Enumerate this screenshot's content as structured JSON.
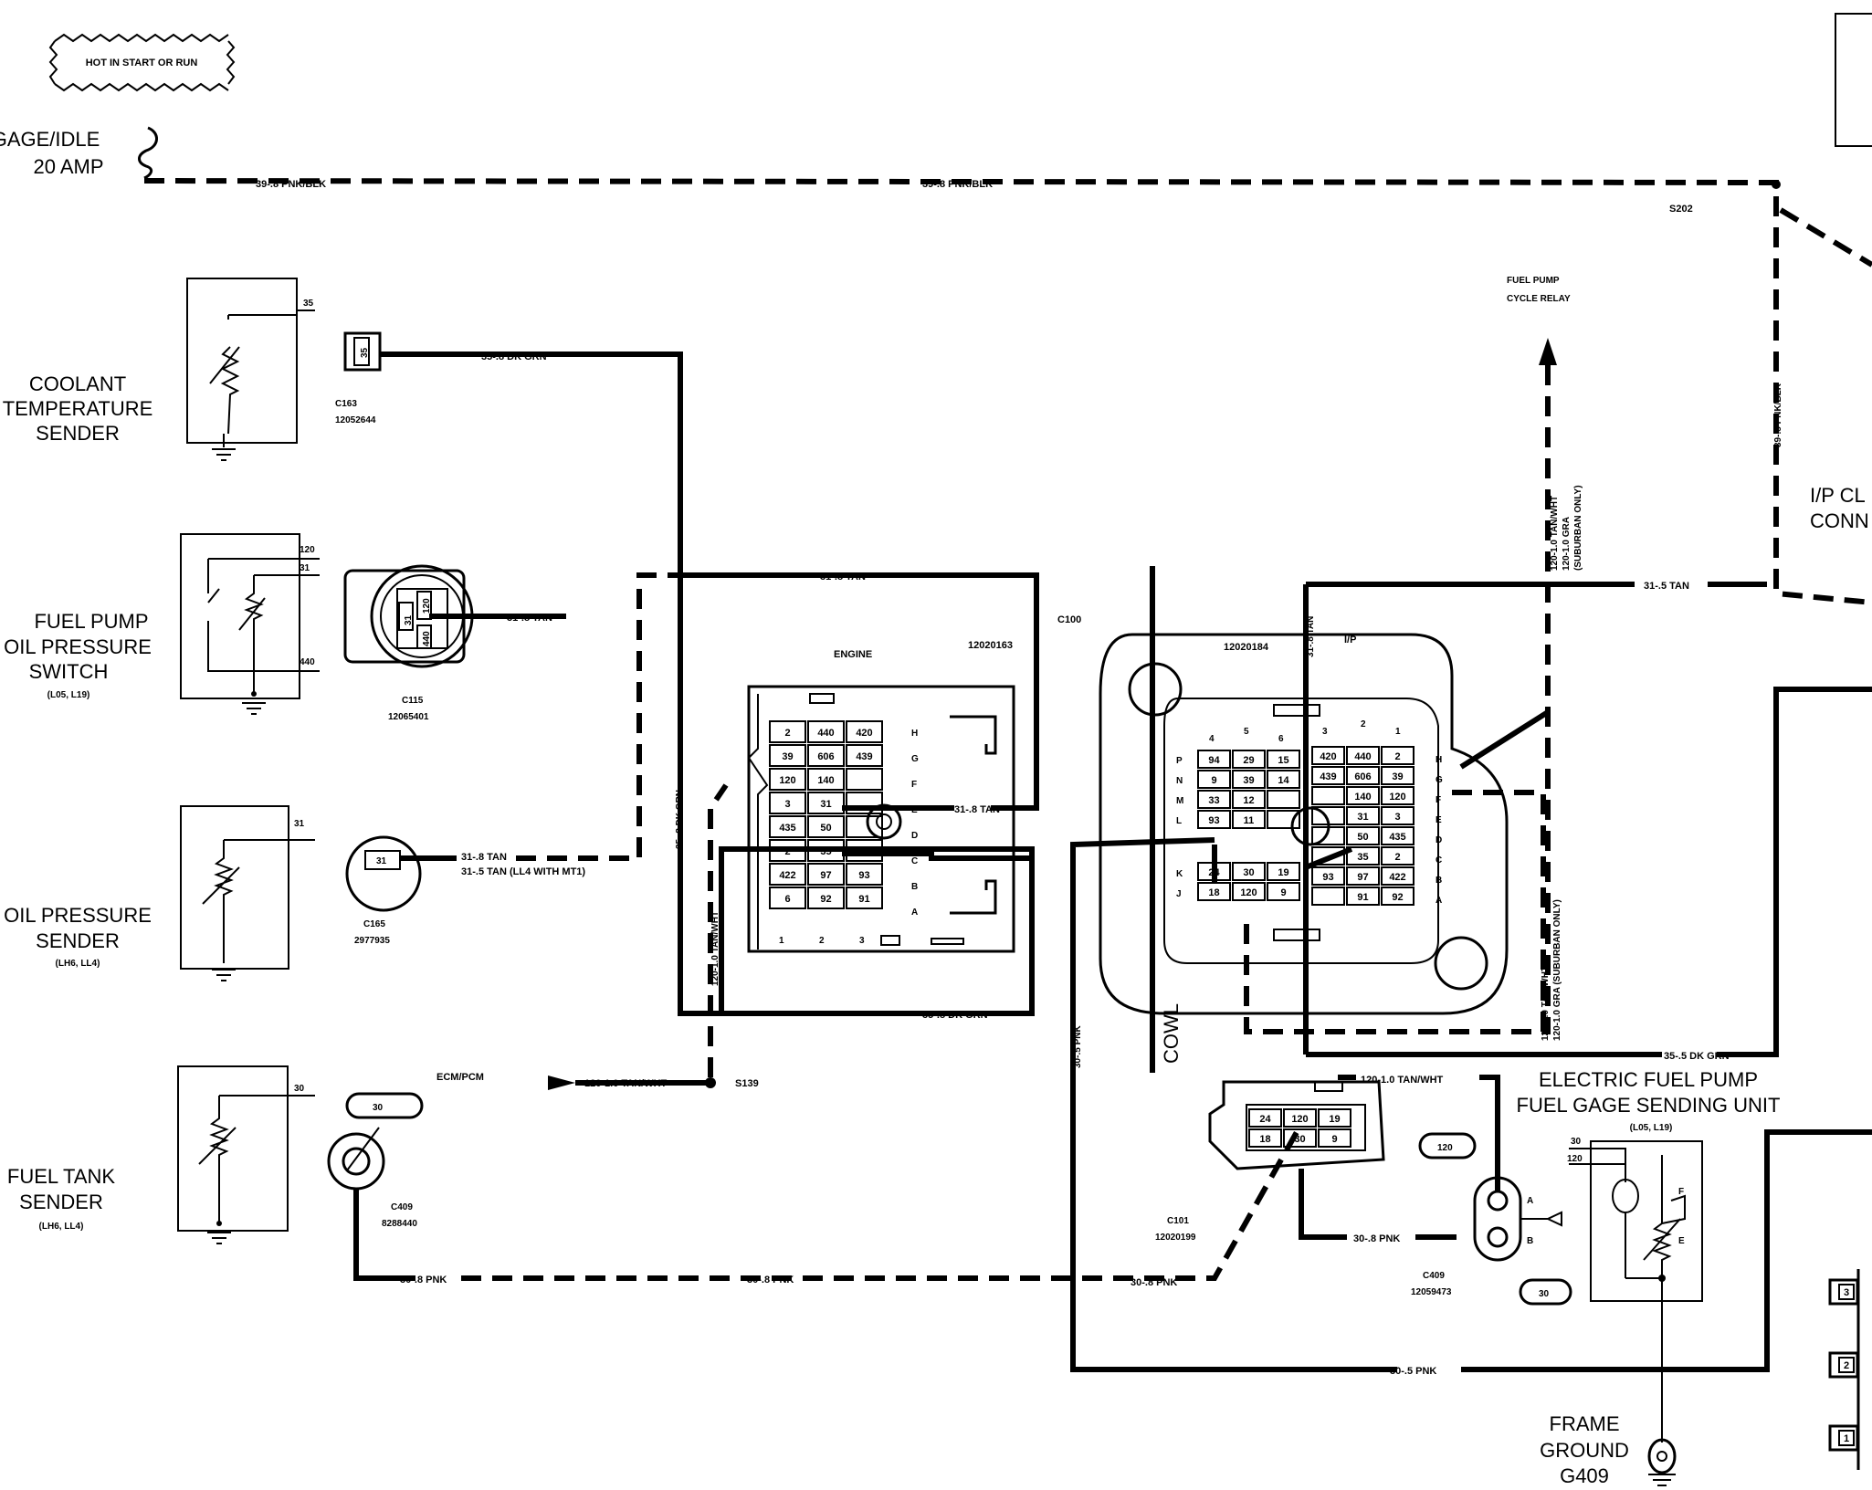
{
  "hot_label": "HOT IN START OR RUN",
  "fuse": {
    "line1": "GAGE/IDLE",
    "line2": "20 AMP"
  },
  "wire_labels": {
    "pnk_blk_1": "39-.8 PNK/BLK",
    "pnk_blk_2": "39-.8 PNK/BLK",
    "pnk_blk_vert": "39-.5 PNK/BLK",
    "s202": "S202",
    "dk_grn_35": "35-.8 DK GRN",
    "dk_grn_vert": "35-.8 DK GRN",
    "dk_grn_bottom": "35-.8 DK GRN",
    "dk_grn_35_5": "35-.5 DK GRN",
    "tan_top": "31-.8 TAN",
    "tan_switch": "31-.8 TAN",
    "tan_engine": "31-.8 TAN",
    "tan_sender_1": "31-.8 TAN",
    "tan_sender_2": "31-.5 TAN (LL4 WITH MT1)",
    "tan_vert": "31-.8 TAN",
    "tan_right": "31-.5 TAN",
    "tan_wht_vert": "120-1.0 TAN/WHT",
    "tan_wht_s139": "120-1.0 TAN/WHT",
    "s139": "S139",
    "tan_wht_c101": "120-1.0 TAN/WHT",
    "relay_wire_1": "120-1.0 TAN/WHT",
    "relay_wire_2": "120-1.0 GRA",
    "relay_wire_3": "(SUBURBAN ONLY)",
    "right_wire_1": "120-1.0 TAN/WHT",
    "right_wire_2": "120-1.0 GRA (SUBURBAN ONLY)",
    "pnk_30_1": "30-.8 PNK",
    "pnk_30_2": "30-.8 PNK",
    "pnk_30_3": "30-.8 PNK",
    "pnk_30_4": "30-.8 PNK",
    "pnk_vert": "30-.5 PNK",
    "pnk_bottom": "30-.5 PNK",
    "ecm": "ECM/PCM"
  },
  "components": {
    "coolant": [
      "COOLANT",
      "TEMPERATURE",
      "SENDER"
    ],
    "fuel_pump_switch": [
      "FUEL PUMP",
      "OIL PRESSURE",
      "SWITCH"
    ],
    "fuel_pump_switch_sub": "(L05, L19)",
    "oil_sender": [
      "OIL PRESSURE",
      "SENDER"
    ],
    "oil_sender_sub": "(LH6, LL4)",
    "fuel_tank": [
      "FUEL TANK",
      "SENDER"
    ],
    "fuel_tank_sub": "(LH6, LL4)",
    "electric_pump": [
      "ELECTRIC FUEL PUMP",
      "FUEL GAGE SENDING UNIT"
    ],
    "electric_pump_sub": "(L05, L19)",
    "frame_ground": [
      "FRAME",
      "GROUND",
      "G409"
    ],
    "relay": [
      "FUEL PUMP",
      "CYCLE RELAY"
    ],
    "ip_cluster": [
      "I/P CL",
      "CONN"
    ],
    "cowl": "COWL"
  },
  "connectors": {
    "c163": {
      "name": "C163",
      "part": "12052644",
      "pin": "35"
    },
    "c115": {
      "name": "C115",
      "part": "12065401",
      "pins": [
        "31",
        "120",
        "440"
      ]
    },
    "c165": {
      "name": "C165",
      "part": "2977935",
      "pin": "31"
    },
    "c409a": {
      "name": "C409",
      "part": "8288440",
      "pin": "30"
    },
    "c100": {
      "name": "C100",
      "engine_label": "ENGINE",
      "engine_part": "12020163",
      "ip_label": "I/P",
      "ip_part": "12020184"
    },
    "c101": {
      "name": "C101",
      "part": "12020199"
    },
    "c409b": {
      "name": "C409",
      "part": "12059473",
      "pin_top": "120",
      "pin_bottom": "30",
      "cav_a": "A",
      "cav_b": "B"
    }
  },
  "sender_pins": {
    "coolant": "35",
    "switch": [
      "120",
      "31",
      "440"
    ],
    "oil": "31",
    "tank": "30",
    "pump": [
      "30",
      "120"
    ],
    "pump_terms": [
      "F",
      "E"
    ]
  },
  "engine_grid": [
    [
      "2",
      "440",
      "420"
    ],
    [
      "39",
      "606",
      "439"
    ],
    [
      "120",
      "140",
      ""
    ],
    [
      "3",
      "31",
      ""
    ],
    [
      "435",
      "50",
      ""
    ],
    [
      "2",
      "35",
      ""
    ],
    [
      "422",
      "97",
      "93"
    ],
    [
      "6",
      "92",
      "91"
    ]
  ],
  "engine_rows": [
    "H",
    "G",
    "F",
    "E",
    "D",
    "C",
    "B",
    "A"
  ],
  "engine_cols": [
    "1",
    "2",
    "3"
  ],
  "ip_grid_left": [
    [
      "94",
      "29",
      "15"
    ],
    [
      "9",
      "39",
      "14"
    ],
    [
      "33",
      "12",
      ""
    ],
    [
      "93",
      "11",
      ""
    ]
  ],
  "ip_grid_left2": [
    [
      "24",
      "30",
      "19"
    ],
    [
      "18",
      "120",
      "9"
    ]
  ],
  "ip_grid_right": [
    [
      "420",
      "440",
      "2"
    ],
    [
      "439",
      "606",
      "39"
    ],
    [
      "",
      "140",
      "120"
    ],
    [
      "",
      "31",
      "3"
    ],
    [
      "",
      "50",
      "435"
    ],
    [
      "",
      "35",
      "2"
    ],
    [
      "93",
      "97",
      "422"
    ],
    [
      "",
      "91",
      "92"
    ]
  ],
  "ip_rows_left": [
    "P",
    "N",
    "M",
    "L",
    "K",
    "J"
  ],
  "ip_rows_right": [
    "H",
    "G",
    "F",
    "E",
    "D",
    "C",
    "B",
    "A"
  ],
  "ip_cols": [
    "4",
    "5",
    "6",
    "3",
    "2",
    "1"
  ],
  "c101_grid": [
    [
      "24",
      "120",
      "19"
    ],
    [
      "18",
      "30",
      "9"
    ]
  ],
  "right_connector": [
    "3",
    "2",
    "1"
  ]
}
